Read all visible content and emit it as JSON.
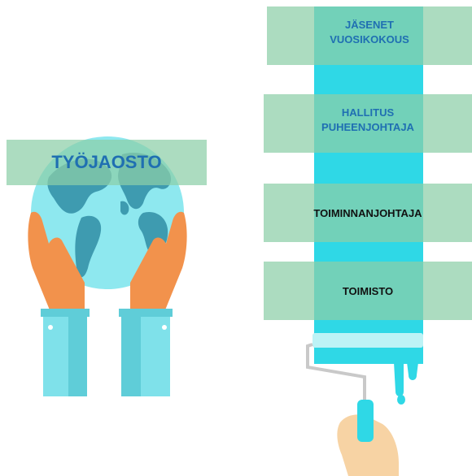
{
  "left": {
    "title": "TYÖJAOSTO",
    "icon": "globe-in-hands-icon"
  },
  "right": {
    "icon": "paint-roller-icon",
    "levels": [
      {
        "line1": "JÄSENET",
        "line2": "VUOSIKOKOUS",
        "color": "#1f6fb2"
      },
      {
        "line1": "HALLITUS",
        "line2": "PUHEENJOHTAJA",
        "color": "#1f6fb2"
      },
      {
        "line1": "TOIMINNANJOHTAJA",
        "color": "#111111"
      },
      {
        "line1": "TOIMISTO",
        "color": "#111111"
      }
    ]
  },
  "colors": {
    "band": "#8cceа8",
    "roller_stripe": "#2fd8e6",
    "globe_water": "#8ee8ef",
    "globe_land": "#3e9bb0",
    "hands": "#f2924c",
    "sleeves": "#7fe1ea"
  }
}
